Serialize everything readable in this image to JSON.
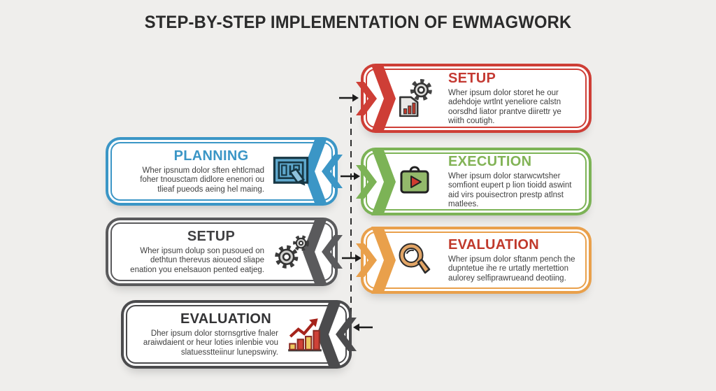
{
  "title": "STEP-BY-STEP IMPLEMENTATION OF EWMAGWORK",
  "background": "#efeeec",
  "connector": {
    "style": "dashed-vertical-line",
    "color": "#2c2c2c",
    "arrow_color": "#1c1c1c"
  },
  "steps": [
    {
      "label": "SETUP",
      "side": "right",
      "color": "#ce3e36",
      "title_color": "#c43a33",
      "icon": "chart-document-gear-icon",
      "body": "Wher ipsum dolor storet he our adehdoje wrtlnt yeneliore calstn oorsdhd liator prantve diirettr ye wiith coutigh."
    },
    {
      "label": "PLANNING",
      "side": "left",
      "color": "#3b96c6",
      "title_color": "#3b96c6",
      "icon": "blueprint-pen-icon",
      "body": "Wher ipsnum dolor sften ehtlcmad foher tnousctam didlore enenori ou tlieaf pueods aeing hel maing."
    },
    {
      "label": "EXECUTION",
      "side": "right",
      "color": "#7cb356",
      "title_color": "#82b356",
      "icon": "briefcase-play-icon",
      "body": "Wher ipsum dolor starwcwtsher somfiont eupert p lion tioidd aswint aid virs pouisectron prestp atlnst matlees."
    },
    {
      "label": "SETUP",
      "side": "left",
      "color": "#5a5a5c",
      "title_color": "#414143",
      "icon": "gears-icon",
      "body": "Wher ipsum dolup son pusoued on dethtun therevus aioueod sliape enation you enelsauon pented eatjeg."
    },
    {
      "label": "EVALUATION",
      "side": "right",
      "color": "#e9a04b",
      "title_color": "#c0392b",
      "icon": "magnifier-icon",
      "body": "Wher ipsum dolor sftanm pench the dupntetue ihe re urtatly mertettion aulorey selfiprawrueand deotiing."
    },
    {
      "label": "EVALUATION",
      "side": "left",
      "color": "#4b4b4d",
      "title_color": "#333335",
      "icon": "growth-chart-icon",
      "body": "Dher ipsum dolor stornsgrtive fnaler araiwdaient or heur loties inlenbie vou slatuesstteiinur lunepswiny."
    }
  ]
}
